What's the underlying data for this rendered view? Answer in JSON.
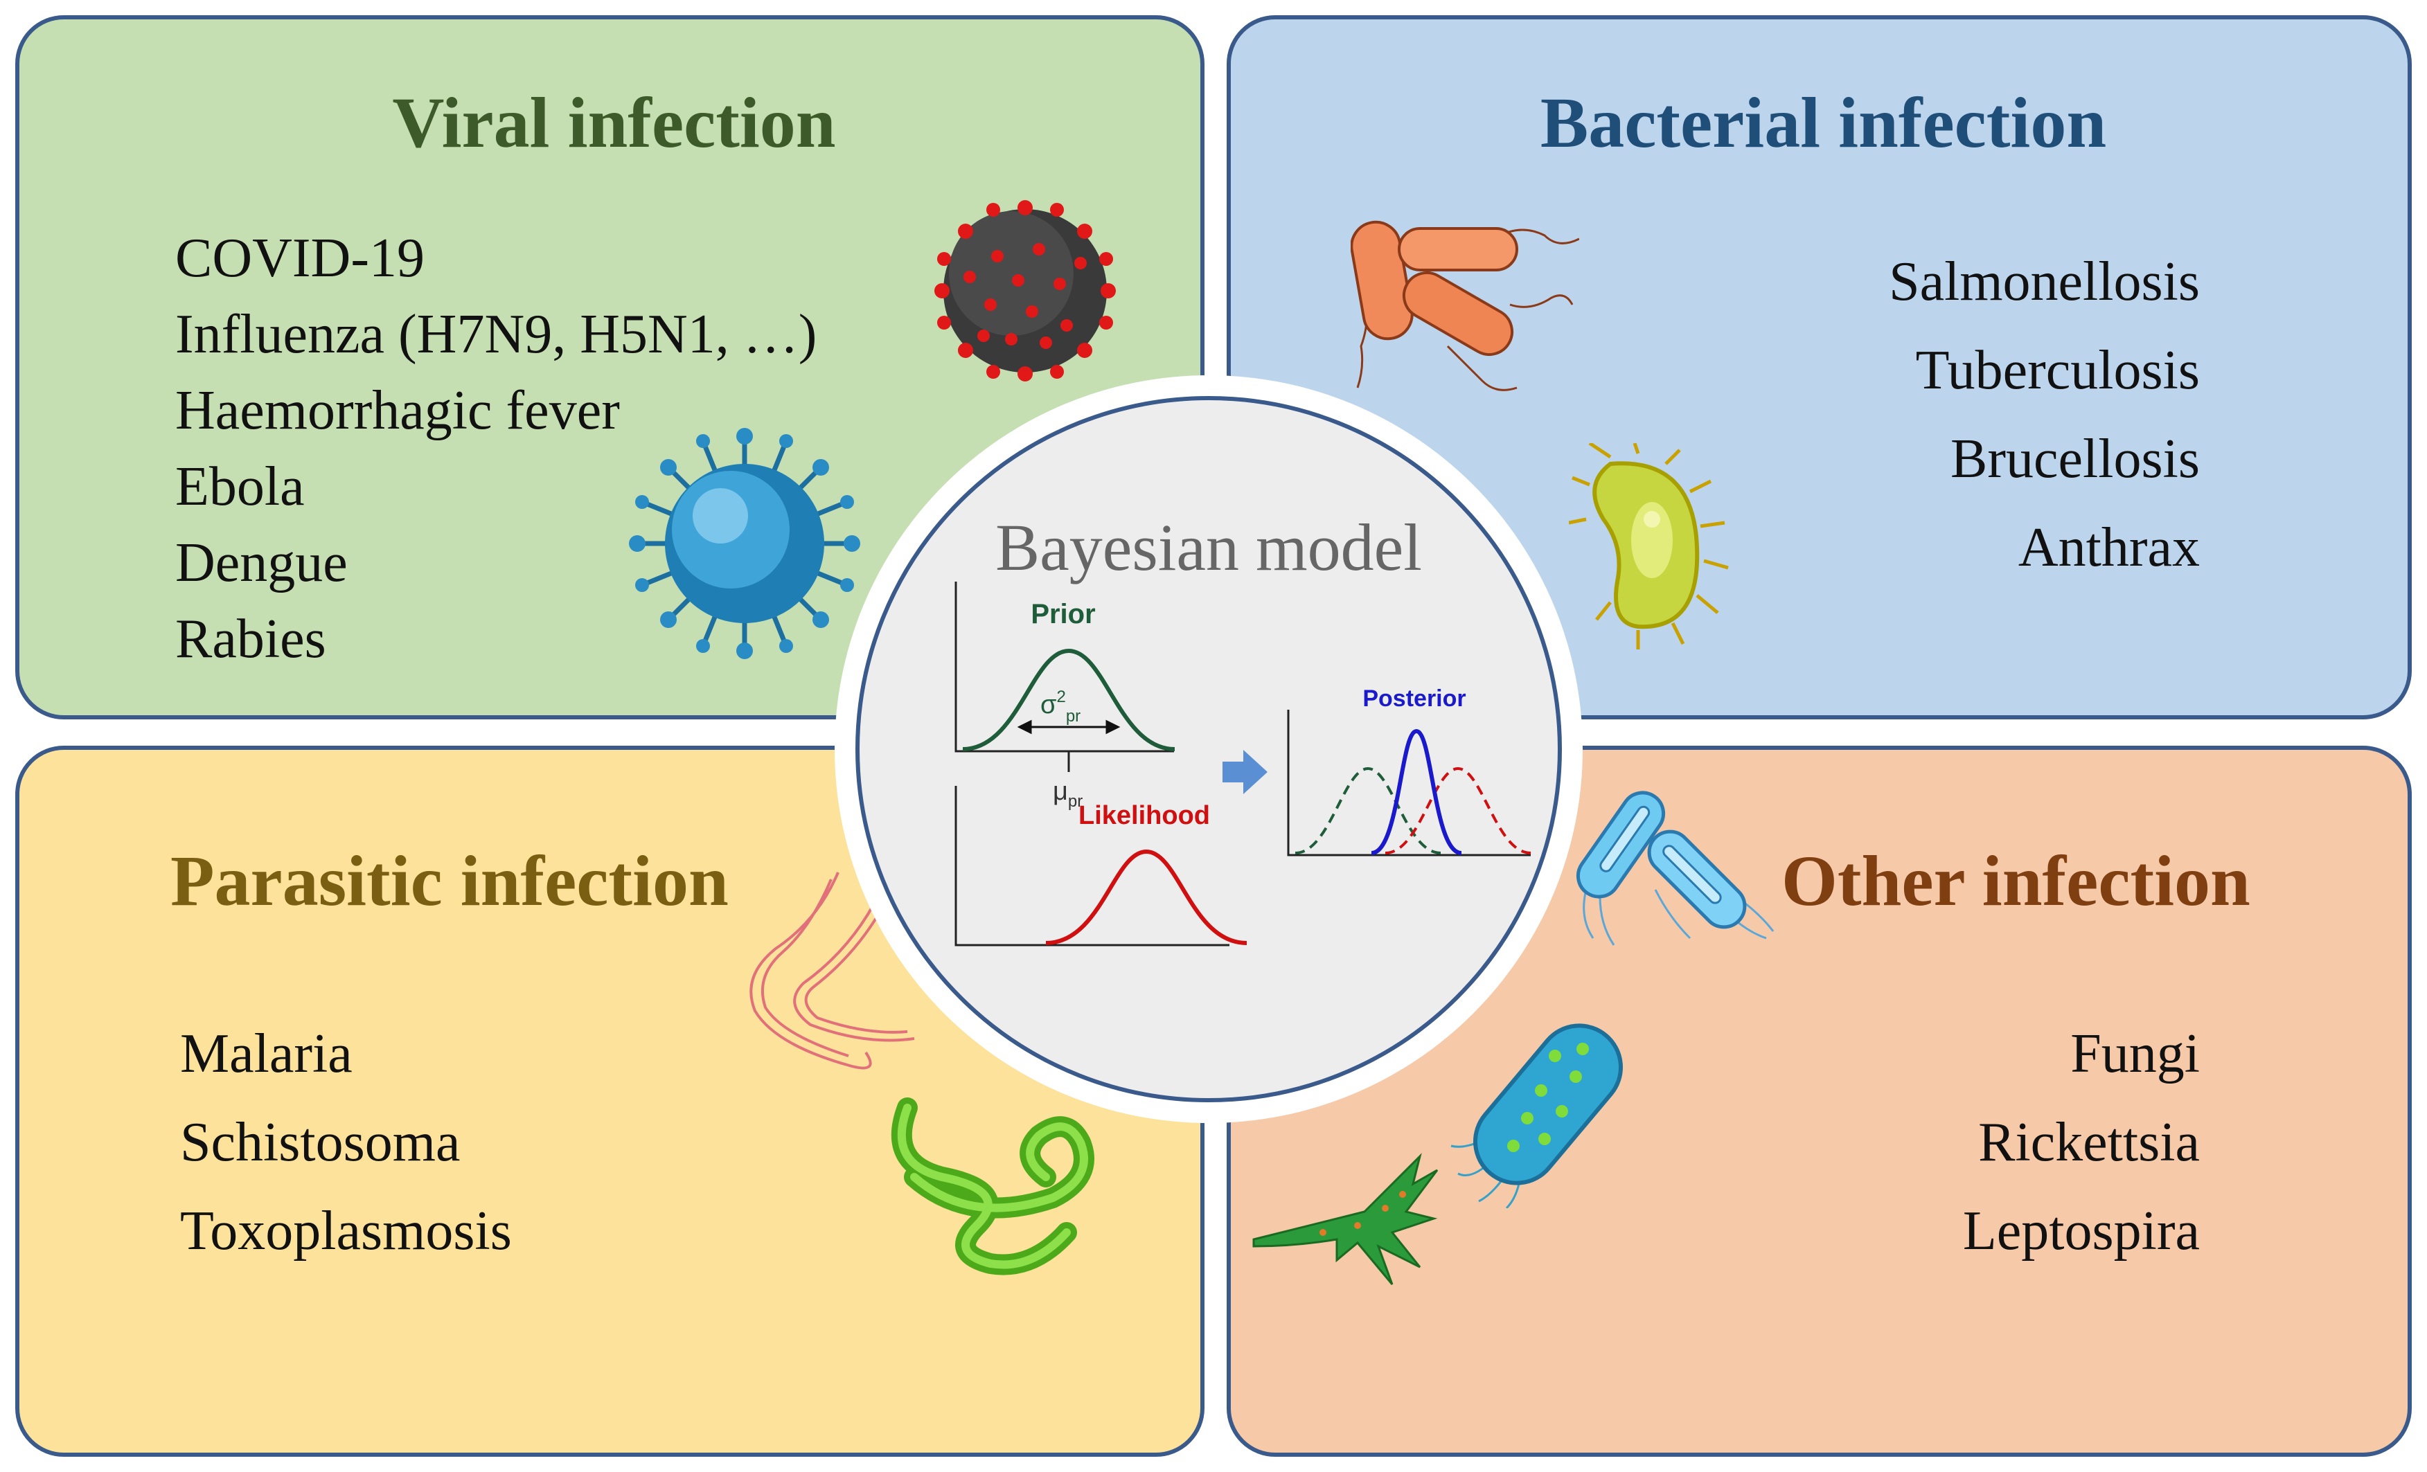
{
  "viral": {
    "title": "Viral infection",
    "items": [
      "COVID-19",
      "Influenza (H7N9, H5N1, …)",
      "Haemorrhagic fever",
      "Ebola",
      "Dengue",
      "Rabies"
    ]
  },
  "bacterial": {
    "title": "Bacterial infection",
    "items": [
      "Salmonellosis",
      "Tuberculosis",
      "Brucellosis",
      "Anthrax"
    ]
  },
  "parasitic": {
    "title": "Parasitic infection",
    "items": [
      "Malaria",
      "Schistosoma",
      "Toxoplasmosis"
    ]
  },
  "other": {
    "title": "Other infection",
    "items": [
      "Fungi",
      "Rickettsia",
      "Leptospira"
    ]
  },
  "bayesian": {
    "title": "Bayesian model",
    "prior_label": "Prior",
    "sigma_label": "σ",
    "sigma_sup": "2",
    "sigma_sub": "pr",
    "mu_label": "μ",
    "mu_sub": "pr",
    "likelihood_label": "Likelihood",
    "posterior_label": "Posterior"
  },
  "colors": {
    "viral_bg": "#c6dfb2",
    "bacterial_bg": "#bdd5ec",
    "parasitic_bg": "#fce29a",
    "other_bg": "#f6c9a8",
    "border": "#3a5a8c",
    "prior": "#1e5c3a",
    "likelihood": "#d01010",
    "posterior": "#1a1acc"
  },
  "icons": [
    "coronavirus-icon",
    "virus-icon",
    "bacteria-rods-icon",
    "bacterium-yellow-icon",
    "flatworm-icon",
    "roundworm-icon",
    "bacteria-blue-icon",
    "bacterium-flagella-icon",
    "fungus-icon"
  ]
}
